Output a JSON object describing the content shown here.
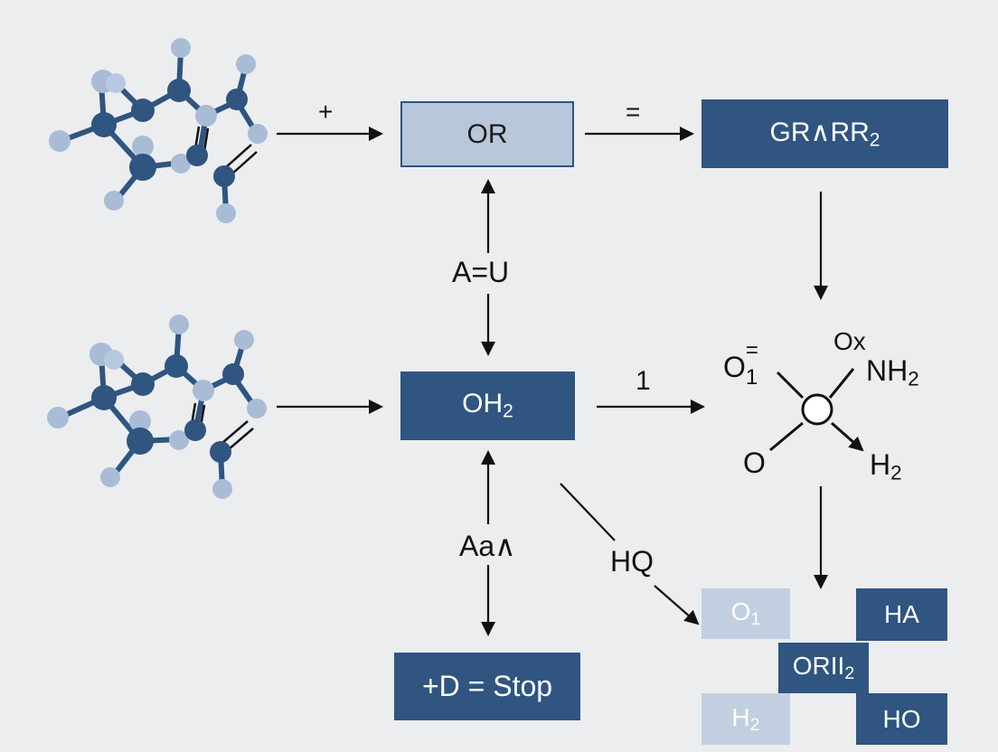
{
  "boxes": {
    "or": "OR",
    "grrr_main": "GR∧RR",
    "grrr_sub": "2",
    "oh_main": "OH",
    "oh_sub": "2",
    "stop": "+D = Stop",
    "o1_main": "O",
    "o1_sub": "1",
    "ha": "HA",
    "orii_main": "ORII",
    "orii_sub": "2",
    "h2_main": "H",
    "h2_sub": "2",
    "ho": "HO"
  },
  "labels": {
    "plus": "+",
    "equals": "=",
    "a_eq_u": "A=U",
    "one": "1",
    "aa": "Aa∧",
    "hq": "HQ"
  },
  "node": {
    "o_eq": "O",
    "o_eq_sup": "=",
    "o_eq_sub": "1",
    "ox": "Ox",
    "nh2_main": "NH",
    "nh2_sub": "2",
    "o": "O",
    "h2_main": "H",
    "h2_sub": "2"
  },
  "colors": {
    "dark_blue": "#2f5580",
    "light_blue": "#b9c7db",
    "atom_light": "#a9bcd6",
    "arrow": "#111111"
  }
}
